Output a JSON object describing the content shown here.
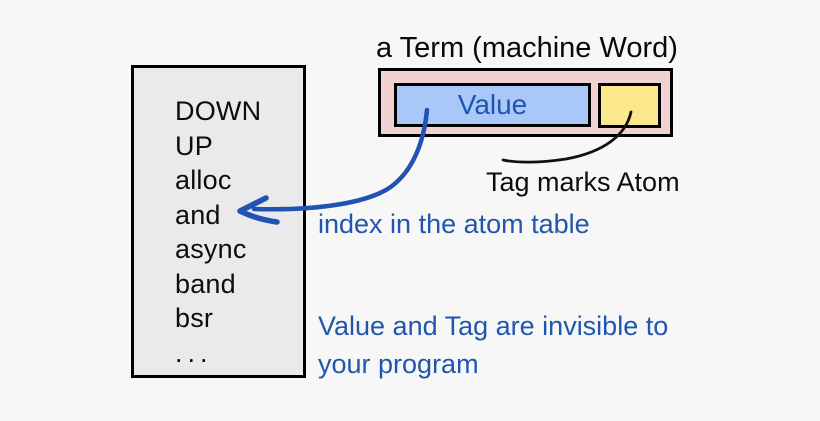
{
  "colors": {
    "background": "#f7f7f7",
    "atom_box_fill": "#eaeaea",
    "term_box_fill": "#f1d2d2",
    "value_box_fill": "#a9c8f8",
    "tag_box_fill": "#fbe88d",
    "blue_text": "#2156ae",
    "arrow_blue": "#2053b2",
    "line_black": "#111111"
  },
  "term": {
    "title": "a Term (machine Word)",
    "value_label": "Value"
  },
  "atom_table": {
    "items": [
      "DOWN",
      "UP",
      "alloc",
      "and",
      "async",
      "band",
      "bsr",
      "..."
    ]
  },
  "annotations": {
    "tag": "Tag marks Atom",
    "index": "index in the atom table",
    "invisible_line1": "Value and Tag are invisible to",
    "invisible_line2": "your program"
  }
}
